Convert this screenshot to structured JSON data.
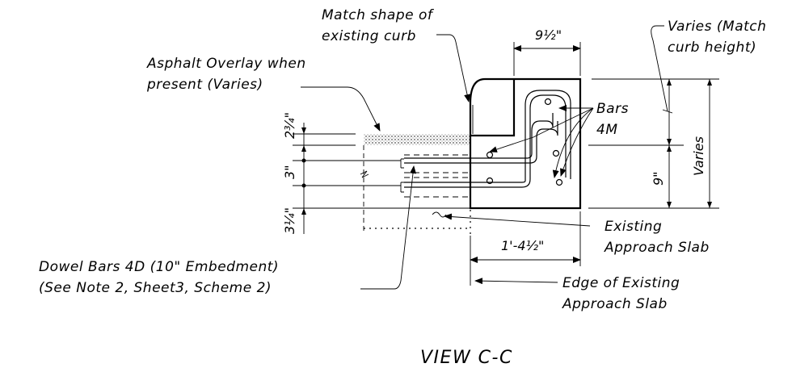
{
  "view_title": "VIEW C-C",
  "labels": {
    "curb_shape_1": "Match shape of",
    "curb_shape_2": "existing curb",
    "varies_note_1": "Varies (Match",
    "varies_note_2": "curb height)",
    "asphalt_1": "Asphalt Overlay when",
    "asphalt_2": "present (Varies)",
    "bars_1": "Bars",
    "bars_2": "4M",
    "existing_slab_1": "Existing",
    "existing_slab_2": "Approach Slab",
    "dowel_1": "Dowel Bars 4D (10\" Embedment)",
    "dowel_2": "(See Note 2, Sheet3, Scheme 2)",
    "edge_1": "Edge of Existing",
    "edge_2": "Approach Slab"
  },
  "dimensions": {
    "top_width": "9½\"",
    "left_top": "2¾\"",
    "left_mid": "3\"",
    "left_bot": "3¼\"",
    "right_inner": "9\"",
    "right_outer": "Varies",
    "bottom_width": "1'-4½\""
  }
}
